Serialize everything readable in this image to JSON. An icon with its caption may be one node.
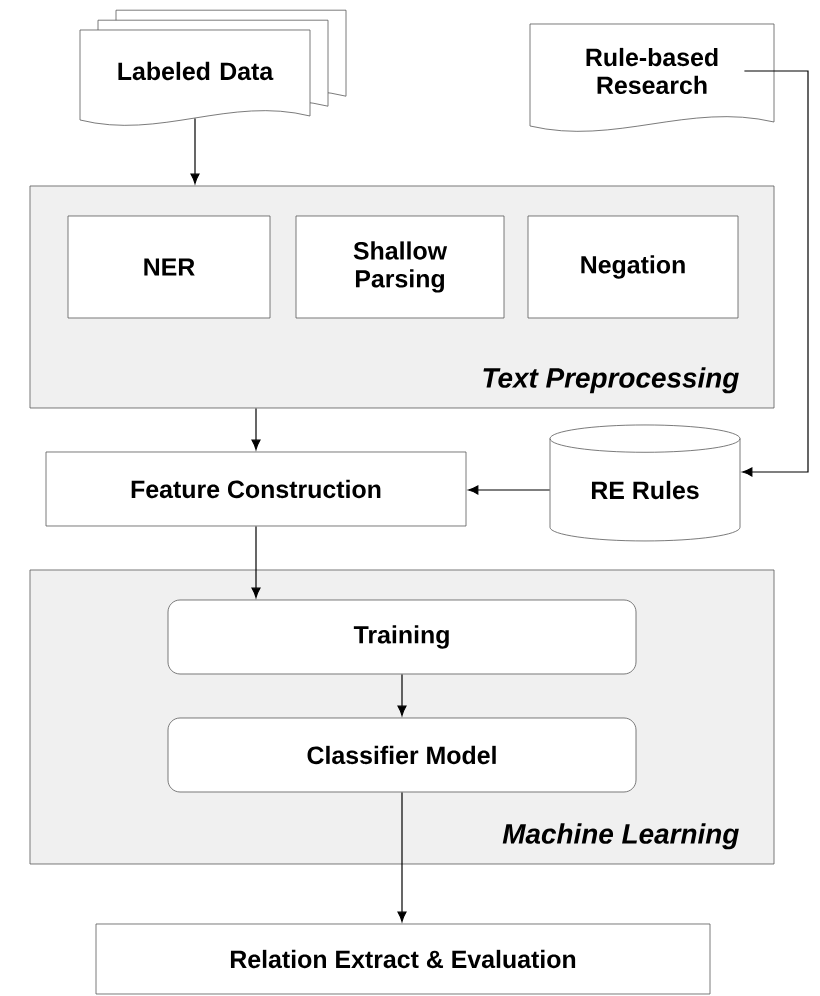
{
  "diagram": {
    "nodes": [
      {
        "text": [
          "Labeled Data"
        ]
      },
      {
        "text": [
          "Rule-based Research"
        ]
      },
      {
        "text": [
          "Text Preprocessing"
        ]
      },
      {
        "text": [
          "NER"
        ],
        "in": 2
      },
      {
        "text": [
          "Shallow Parsing"
        ],
        "in": 2
      },
      {
        "text": [
          "Negation"
        ],
        "in": 2
      },
      {
        "text": [
          "Feature Construction"
        ]
      },
      {
        "text": [
          "RE Rules"
        ]
      },
      {
        "text": [
          "Machine Learning"
        ]
      },
      {
        "text": [
          "Training"
        ],
        "in": 8
      },
      {
        "text": [
          "Classifier Model"
        ],
        "in": 8
      },
      {
        "text": [
          "Relation Extract & Evaluation"
        ]
      }
    ],
    "edges": [
      {
        "from": 0,
        "to": 2,
        "arrow": "to"
      },
      {
        "from": 2,
        "to": 6,
        "arrow": "to"
      },
      {
        "from": 7,
        "to": 6,
        "arrow": "to"
      },
      {
        "from": 1,
        "to": 7,
        "arrow": "to"
      },
      {
        "from": 6,
        "to": 9,
        "arrow": "to"
      },
      {
        "from": 9,
        "to": 10,
        "arrow": "to"
      },
      {
        "from": 10,
        "to": 11,
        "arrow": "to"
      }
    ]
  }
}
